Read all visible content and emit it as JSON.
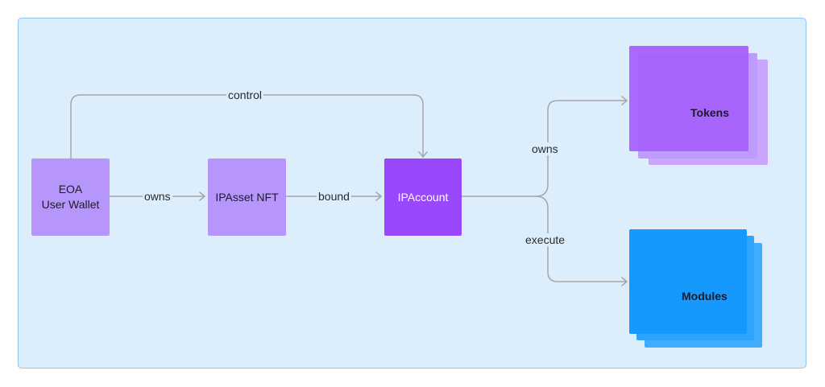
{
  "nodes": {
    "eoa": {
      "line1": "EOA",
      "line2": "User Wallet"
    },
    "ipasset": {
      "label": "IPAsset NFT"
    },
    "ipaccount": {
      "label": "IPAccount"
    },
    "tokens": {
      "label": "Tokens"
    },
    "modules": {
      "label": "Modules"
    }
  },
  "edges": {
    "control": "control",
    "owns_nft": "owns",
    "bound": "bound",
    "owns_tokens": "owns",
    "execute": "execute"
  },
  "colors": {
    "panel": "#dcedfc",
    "panel_border": "#8fc4f2",
    "light_purple": "#b796fb",
    "purple": "#9a48fc",
    "blue": "#1599fc",
    "arrow": "#a7a7a7"
  }
}
